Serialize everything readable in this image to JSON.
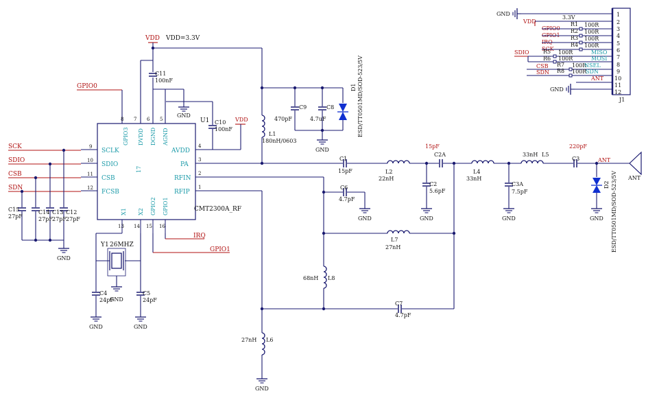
{
  "power": {
    "vdd": "VDD",
    "vdd_value": "VDD=3.3V",
    "gnd": "GND"
  },
  "colors": {
    "wire": "#1a1a70",
    "net_label": "#b01010",
    "pin_label": "#1a9aa8",
    "diode": "#1030d0"
  },
  "chip": {
    "ref": "U1",
    "part": "CMT2300A_RF",
    "left_pins": [
      {
        "num": "9",
        "name": "SCLK",
        "net": "SCK"
      },
      {
        "num": "10",
        "name": "SDIO",
        "net": "SDIO"
      },
      {
        "num": "11",
        "name": "CSB",
        "net": "CSB"
      },
      {
        "num": "12",
        "name": "FCSB",
        "net": "SDN"
      }
    ],
    "top_pins": [
      {
        "num": "8",
        "name": "GPIO3"
      },
      {
        "num": "7",
        "name": "DVDD"
      },
      {
        "num": "6",
        "name": "DGND"
      },
      {
        "num": "5",
        "name": "AGND"
      }
    ],
    "right_pins": [
      {
        "num": "4",
        "name": "AVDD"
      },
      {
        "num": "3",
        "name": "PA"
      },
      {
        "num": "2",
        "name": "RFIN"
      },
      {
        "num": "1",
        "name": "RFIP"
      }
    ],
    "bottom_pins": [
      {
        "num": "13",
        "name": "X1"
      },
      {
        "num": "14",
        "name": "X2"
      },
      {
        "num": "15",
        "name": "GPIO2"
      },
      {
        "num": "16",
        "name": "GPIO1"
      }
    ],
    "center_pin": "17"
  },
  "nets": {
    "gpio0": "GPIO0",
    "irq": "IRQ",
    "gpio1": "GPIO1"
  },
  "parts": {
    "c11": {
      "ref": "C11",
      "value": "100nF"
    },
    "c10": {
      "ref": "C10",
      "value": "100nF"
    },
    "c9": {
      "ref": "C9",
      "value": "470pF"
    },
    "c8": {
      "ref": "C8",
      "value": "4.7uF"
    },
    "d1": {
      "ref": "D1",
      "value": "ESD/TT0501MD/SOD-523/5V"
    },
    "l1": {
      "ref": "L1",
      "value": "180nH/0603"
    },
    "c12": {
      "ref": "C12",
      "value": "27pF"
    },
    "c13": {
      "ref": "C13",
      "value": "27pF"
    },
    "c14": {
      "ref": "C14",
      "value": "27pF"
    },
    "c15": {
      "ref": "C15",
      "value": "27pF"
    },
    "y1": {
      "ref": "Y1",
      "value": "26MHZ"
    },
    "c4": {
      "ref": "C4",
      "value": "24pF"
    },
    "c5": {
      "ref": "C5",
      "value": "24pF"
    },
    "c1": {
      "ref": "C1",
      "value": "15pF"
    },
    "l2": {
      "ref": "L2",
      "value": "22nH"
    },
    "c2a": {
      "ref": "C2A",
      "value": "15pF"
    },
    "c2": {
      "ref": "C2",
      "value": "5.6pF"
    },
    "l4": {
      "ref": "L4",
      "value": "33nH"
    },
    "c3a": {
      "ref": "C3A",
      "value": "7.5pF"
    },
    "l5": {
      "ref": "L5",
      "value": "33nH"
    },
    "c3": {
      "ref": "C3",
      "value": "220pF"
    },
    "d2": {
      "ref": "D2",
      "value": "ESD/TT0501MD/SOD-523/5V"
    },
    "c6": {
      "ref": "C6",
      "value": "4.7pF"
    },
    "l7": {
      "ref": "L7",
      "value": "27nH"
    },
    "l8": {
      "ref": "L8",
      "value": "68nH"
    },
    "c7": {
      "ref": "C7",
      "value": "4.7pF"
    },
    "l6": {
      "ref": "L6",
      "value": "27nH"
    }
  },
  "antenna": {
    "net": "ANT",
    "label": "ANT"
  },
  "connector": {
    "ref": "J1",
    "pins": [
      {
        "num": "1",
        "left": "GND",
        "mid": "",
        "right": ""
      },
      {
        "num": "2",
        "left": "VDD",
        "mid": "",
        "right": "3.3V"
      },
      {
        "num": "3",
        "left": "GPIO0",
        "mid": "R1",
        "right": "100R"
      },
      {
        "num": "4",
        "left": "GPIO1",
        "mid": "R2",
        "right": "100R"
      },
      {
        "num": "5",
        "left": "IRQ",
        "mid": "R3",
        "right": "100R"
      },
      {
        "num": "6",
        "left": "SCK",
        "mid": "R4",
        "right": "100R"
      },
      {
        "num": "7",
        "left": "SDIO",
        "mid": "R5",
        "right": "100R",
        "sig": "MISO"
      },
      {
        "num": "8",
        "left": "",
        "mid": "R6",
        "right": "100R",
        "sig": "MOSI"
      },
      {
        "num": "9",
        "left": "CSB",
        "mid": "R7",
        "right": "100R",
        "sig": "NSEL"
      },
      {
        "num": "10",
        "left": "SDN",
        "mid": "R8",
        "right": "100R",
        "sig": "SDN"
      },
      {
        "num": "11",
        "left": "",
        "mid": "",
        "right": "",
        "sig": "ANT"
      },
      {
        "num": "12",
        "left": "GND",
        "mid": "",
        "right": ""
      }
    ]
  }
}
